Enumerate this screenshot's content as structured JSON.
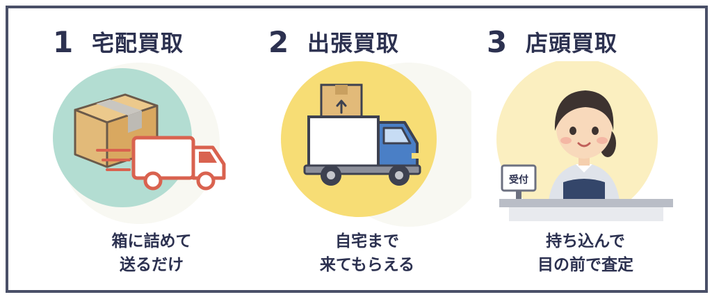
{
  "methods": [
    {
      "number": "1",
      "title": "宅配買取",
      "caption_line1": "箱に詰めて",
      "caption_line2": "送るだけ",
      "icon": "delivery-box-truck"
    },
    {
      "number": "2",
      "title": "出張買取",
      "caption_line1": "自宅まで",
      "caption_line2": "来てもらえる",
      "icon": "pickup-truck"
    },
    {
      "number": "3",
      "title": "店頭買取",
      "caption_line1": "持ち込んで",
      "caption_line2": "目の前で査定",
      "icon": "store-clerk"
    }
  ],
  "reception_sign": "受付",
  "colors": {
    "frame": "#4a5068",
    "text": "#2c3150",
    "circle1": "#b3ddd2",
    "circle2": "#f7dd75",
    "circle3": "#fbefc0",
    "truck_red": "#d9624f",
    "truck_blue": "#4a7fc6",
    "box": "#e2ba79"
  }
}
